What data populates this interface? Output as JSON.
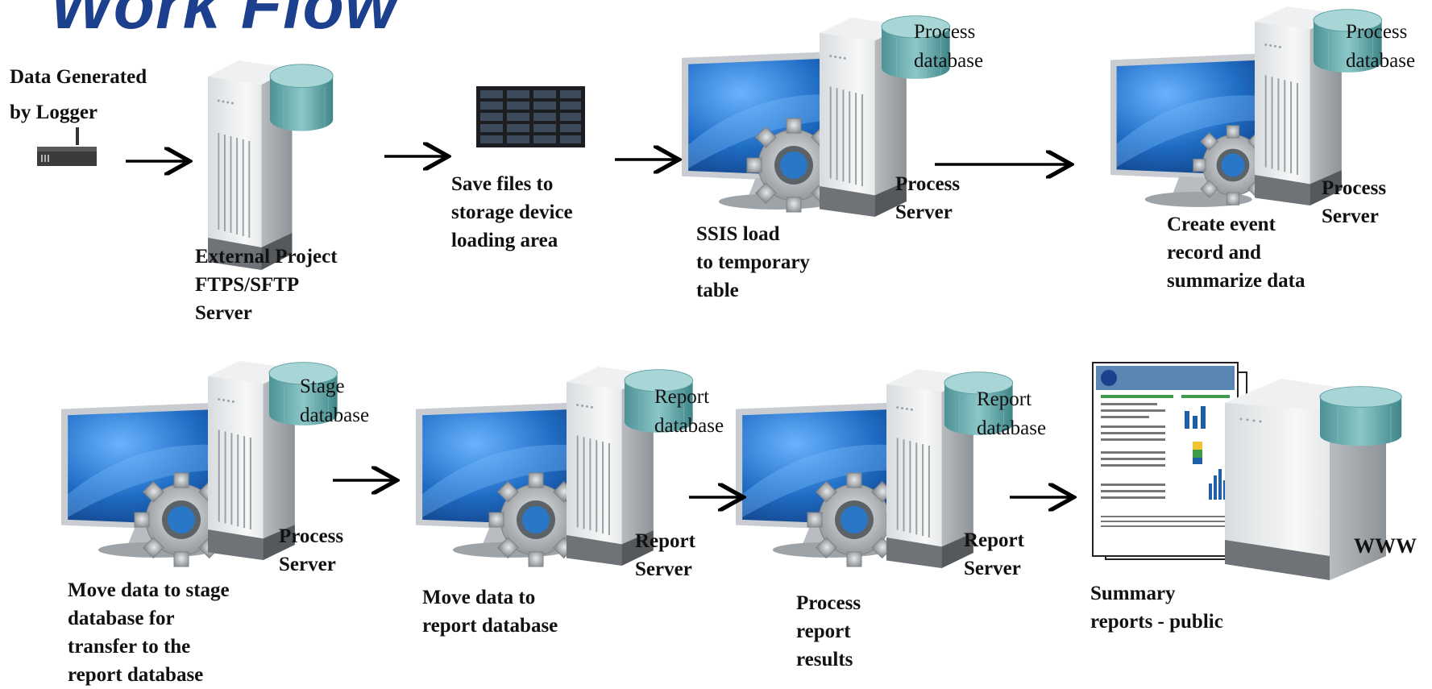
{
  "title": "Work Flow",
  "row1": {
    "logger_label": "Data Generated\nby Logger",
    "ftp_label": "External Project\nFTPS/SFTP\nServer",
    "storage_label": "Save files to\nstorage device\nloading area",
    "ssis_label": "SSIS load\nto temporary\ntable",
    "ssis_db": "Process\ndatabase",
    "ssis_server": "Process\nServer",
    "event_label": "Create event\nrecord and\nsummarize data",
    "event_db": "Process\ndatabase",
    "event_server": "Process\nServer"
  },
  "row2": {
    "stage_label": "Move data to stage\ndatabase for\ntransfer to the\nreport database",
    "stage_db": "Stage\ndatabase",
    "stage_server": "Process\nServer",
    "report_label": "Move data to\nreport database",
    "report_db": "Report\ndatabase",
    "report_server": "Report\nServer",
    "results_label": "Process\nreport\nresults",
    "results_db": "Report\ndatabase",
    "results_server": "Report\nServer",
    "summary_label": "Summary\nreports - public",
    "www": "WWW"
  },
  "colors": {
    "title": "#1c3f8e",
    "db_teal": "#5fa3a6",
    "screen_blue": "#1a64b8",
    "arrow": "#000000"
  },
  "icons": [
    "logger-device-icon",
    "ftp-server-icon",
    "storage-array-icon",
    "process-workstation-icon",
    "database-cylinder-icon",
    "report-document-icon",
    "web-server-icon"
  ]
}
